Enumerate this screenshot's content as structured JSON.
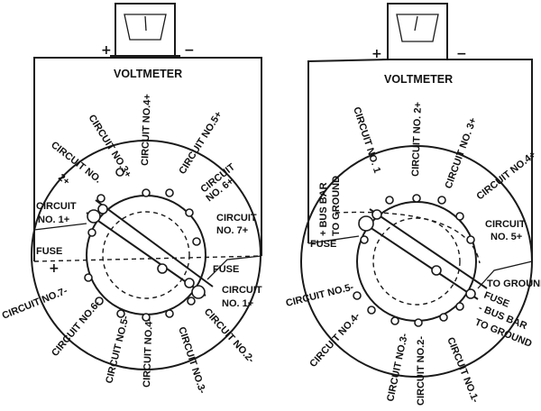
{
  "left": {
    "voltmeter": "VOLTMETER",
    "plus": "+",
    "minus": "−",
    "edge_plus": "+",
    "fuse_left": "FUSE",
    "fuse_right": "FUSE",
    "circuit_1_plus_a": "CIRCUIT",
    "circuit_1_plus_b": "NO. 1+",
    "circuit_2_plus_a": "CIRCUIT NO.",
    "circuit_2_plus_b": "2+",
    "circuit_3_plus": "CIRCUIT NO.3+",
    "circuit_4_plus": "CIRCUIT NO.4+",
    "circuit_5_plus": "CIRCUIT NO.5+",
    "circuit_6_plus_a": "CIRCUIT",
    "circuit_6_plus_b": "NO. 6+",
    "circuit_7_plus_a": "CIRCUIT",
    "circuit_7_plus_b": "NO. 7+",
    "circuit_1_minus_a": "CIRCUIT",
    "circuit_1_minus_b": "NO. 1+",
    "circuit_7_minus": "CIRCUIT NO.7-",
    "circuit_6_minus": "CIRCUIT NO.6-",
    "circuit_5_minus": "CIRCUIT NO.5-",
    "circuit_4_minus": "CIRCUIT NO.4-",
    "circuit_3_minus": "CIRCUIT NO.3-",
    "circuit_2_minus": "CIRCUIT NO.2-"
  },
  "right": {
    "voltmeter": "VOLTMETER",
    "plus": "+",
    "minus": "−",
    "fuse": "FUSE",
    "busbar_top_a": "+ BUS BAR",
    "busbar_top_b": "TO GROUND",
    "circuit_1_plus": "CIRCUIT NO. 1",
    "circuit_2_plus": "CIRCUIT NO. 2+",
    "circuit_3_plus": "CIRCUIT NO. 3+",
    "circuit_4_plus": "CIRCUIT NO.4+",
    "circuit_5_plus_a": "CIRCUIT",
    "circuit_5_plus_b": "NO. 5+",
    "to_ground_a": "TO GROUND",
    "fuse_b": "FUSE",
    "busbar_b": "- BUS BAR",
    "to_ground_b": "TO GROUND",
    "circuit_5_minus": "CIRCUIT NO.5-",
    "circuit_4_minus": "CIRCUIT NO.4-",
    "circuit_3_minus": "CIRCUIT NO.3-",
    "circuit_2_minus": "CIRCUIT NO.2-",
    "circuit_1_minus": "CIRCUIT NO.1-"
  }
}
